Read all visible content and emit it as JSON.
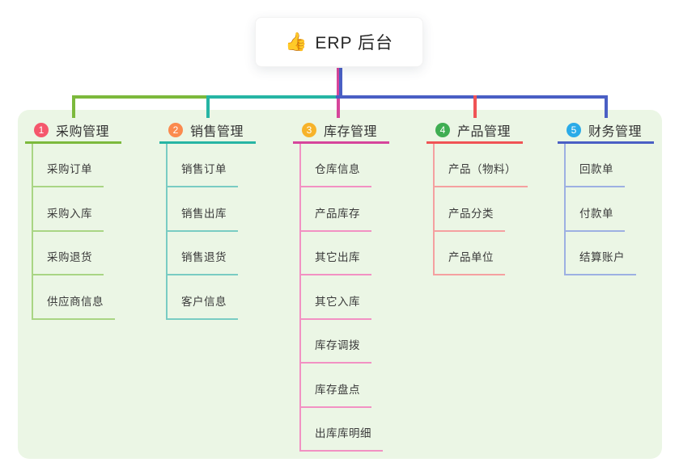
{
  "root": {
    "icon": "👍",
    "label": "ERP 后台"
  },
  "colors": {
    "panel_bg": "#ebf6e5",
    "root_stem": "#4a5fc4",
    "page_bg": "#ffffff",
    "text_dark": "#333333"
  },
  "branches": [
    {
      "number": "1",
      "label": "采购管理",
      "badge_color": "#f5576c",
      "line_color": "#7cb93c",
      "child_line_color": "#a9d584",
      "children": [
        "采购订单",
        "采购入库",
        "采购退货",
        "供应商信息"
      ]
    },
    {
      "number": "2",
      "label": "销售管理",
      "badge_color": "#fb8a4e",
      "line_color": "#26b5a4",
      "child_line_color": "#79ccc3",
      "children": [
        "销售订单",
        "销售出库",
        "销售退货",
        "客户信息"
      ]
    },
    {
      "number": "3",
      "label": "库存管理",
      "badge_color": "#f7b32a",
      "line_color": "#d6459b",
      "child_line_color": "#f291c3",
      "children": [
        "仓库信息",
        "产品库存",
        "其它出库",
        "其它入库",
        "库存调拨",
        "库存盘点",
        "出库库明细"
      ]
    },
    {
      "number": "4",
      "label": "产品管理",
      "badge_color": "#3fae52",
      "line_color": "#f05355",
      "child_line_color": "#f5a0a0",
      "children": [
        "产品（物料）",
        "产品分类",
        "产品单位"
      ]
    },
    {
      "number": "5",
      "label": "财务管理",
      "badge_color": "#2aabe8",
      "line_color": "#4a5fc4",
      "child_line_color": "#9db0e2",
      "children": [
        "回款单",
        "付款单",
        "结算账户"
      ]
    }
  ]
}
